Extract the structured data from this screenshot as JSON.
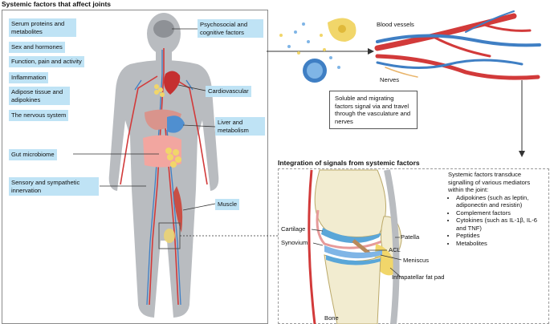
{
  "left_panel": {
    "title": "Systemic factors that affect joints",
    "labels": {
      "serum": "Serum proteins and metabolites",
      "sex": "Sex and hormones",
      "function": "Function, pain and activity",
      "inflammation": "Inflammation",
      "adipose": "Adipose tissue and adipokines",
      "nervous": "The nervous system",
      "gut": "Gut microbiome",
      "sensory": "Sensory and sympathetic innervation",
      "psychosocial": "Psychosocial and cognitive factors",
      "cardio": "Cardiovascular",
      "liver": "Liver and metabolism",
      "muscle": "Muscle"
    }
  },
  "top_right": {
    "blood_vessels": "Blood vessels",
    "nerves": "Nerves",
    "caption": "Soluble and migrating factors signal via and travel through the vasculature and nerves"
  },
  "bottom_right": {
    "title": "Integration of signals from systemic factors",
    "labels": {
      "cartilage": "Cartilage",
      "synovium": "Synovium",
      "patella": "Patella",
      "acl": "ACL",
      "meniscus": "Meniscus",
      "fat_pad": "Infrapatellar fat pad",
      "bone": "Bone"
    },
    "mediators_intro": "Systemic factors transduce signalling of various mediators within the joint:",
    "mediators": [
      "Adipokines (such as leptin, adiponectin and resistin)",
      "Complement factors",
      "Cytokines (such as IL-1β, IL-6 and TNF)",
      "Peptides",
      "Metabolites"
    ]
  },
  "colors": {
    "label_fill": "#bfe3f5",
    "body_grey": "#b9bcc0",
    "artery_red": "#d23a3a",
    "vein_blue": "#3f7fc4"
  }
}
